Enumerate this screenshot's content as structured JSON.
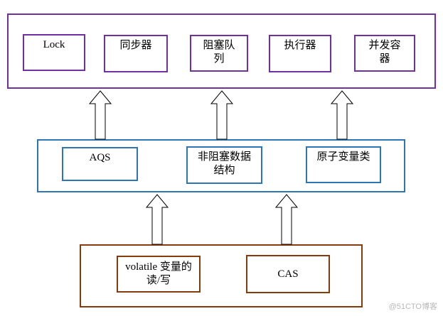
{
  "top_layer": {
    "boxes": [
      {
        "label": "Lock"
      },
      {
        "label": "同步器"
      },
      {
        "label": "阻塞队列"
      },
      {
        "label": "执行器"
      },
      {
        "label": "并发容器"
      }
    ]
  },
  "mid_layer": {
    "boxes": [
      {
        "label": "AQS"
      },
      {
        "label": "非阻塞数据结构"
      },
      {
        "label": "原子变量类"
      }
    ]
  },
  "bottom_layer": {
    "boxes": [
      {
        "label": "volatile 变量的读/写"
      },
      {
        "label": "CAS"
      }
    ]
  },
  "colors": {
    "top": "#7030a0",
    "middle": "#2e75b6",
    "bottom": "#843c0c"
  },
  "watermark": "@51CTO博客"
}
